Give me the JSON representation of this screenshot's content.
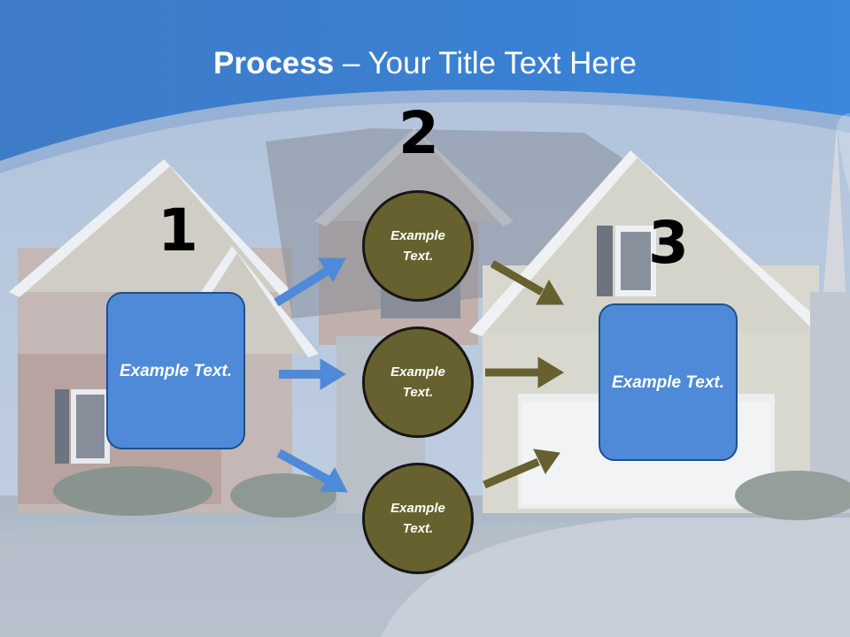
{
  "title": {
    "bold": "Process",
    "rest": " – Your Title Text Here"
  },
  "steps": [
    {
      "number": "1"
    },
    {
      "number": "2"
    },
    {
      "number": "3"
    }
  ],
  "left_box": {
    "text": "Example Text."
  },
  "circles": [
    {
      "text": "Example Text."
    },
    {
      "text": "Example Text."
    },
    {
      "text": "Example Text."
    }
  ],
  "right_box": {
    "text": "Example Text."
  },
  "colors": {
    "header_blue": "#3a7fd0",
    "box_fill": "#4f8ad8",
    "circle_fill": "#67612f",
    "arrow_blue": "#4f8ad8",
    "arrow_olive": "#67612f"
  }
}
